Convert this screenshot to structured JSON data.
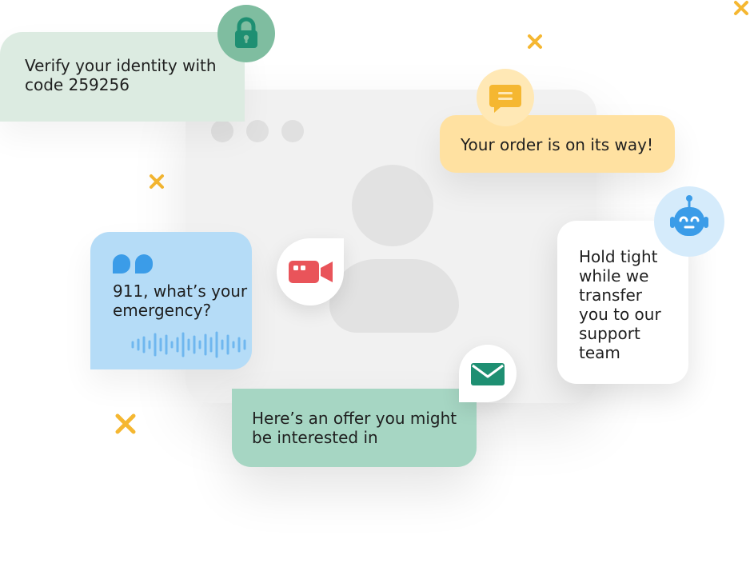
{
  "messages": {
    "verify": "Verify your identity with\ncode 259256",
    "order": "Your order is on its way!",
    "emergency": "911, what’s your\nemergency?",
    "hold": "Hold tight\nwhile we\ntransfer\nyou to our\nsupport\nteam",
    "offer": "Here’s an offer you might\nbe interested in"
  },
  "icons": {
    "verify": "lock-icon",
    "order": "chat-bubble-icon",
    "emergency": "quote-icon",
    "hold": "robot-icon",
    "video": "video-camera-icon",
    "offer": "envelope-icon",
    "decoration": "cross-icon"
  },
  "colors": {
    "verify_bubble": "#dcebe1",
    "order_bubble": "#ffe1a1",
    "emergency_bubble": "#b5dcf7",
    "hold_bubble": "#ffffff",
    "offer_bubble": "#a6d6c3",
    "accent_yellow": "#f5b731",
    "accent_teal": "#1e8f72",
    "accent_blue": "#3b9ce8",
    "accent_red": "#e9545a"
  }
}
